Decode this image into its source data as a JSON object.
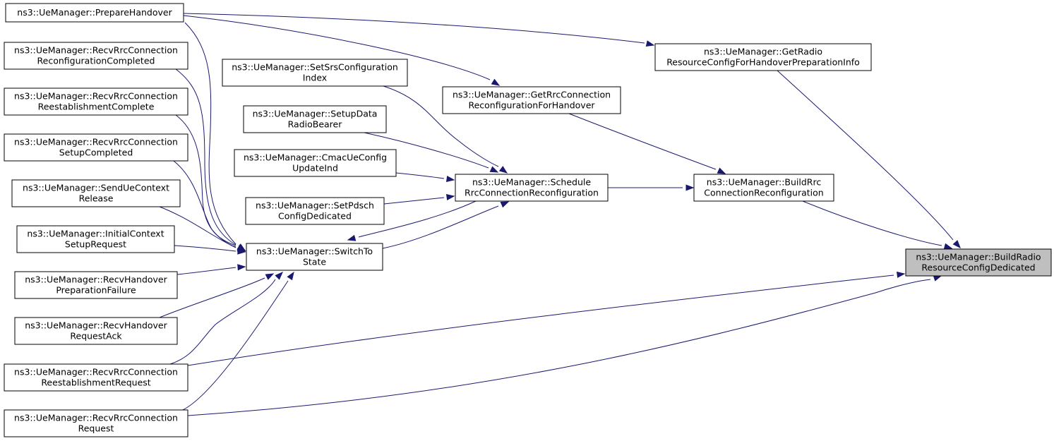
{
  "colors": {
    "edge": "#191970",
    "focus_fill": "#bfbfbf",
    "node_fill": "#ffffff",
    "border": "#000000"
  },
  "nodes": [
    {
      "id": "prepare_handover",
      "lines": [
        "ns3::UeManager::PrepareHandover"
      ]
    },
    {
      "id": "recv_rrc_reconf_completed",
      "lines": [
        "ns3::UeManager::RecvRrcConnection",
        "ReconfigurationCompleted"
      ]
    },
    {
      "id": "recv_rrc_reest_complete",
      "lines": [
        "ns3::UeManager::RecvRrcConnection",
        "ReestablishmentComplete"
      ]
    },
    {
      "id": "recv_rrc_setup_completed",
      "lines": [
        "ns3::UeManager::RecvRrcConnection",
        "SetupCompleted"
      ]
    },
    {
      "id": "send_ue_context_release",
      "lines": [
        "ns3::UeManager::SendUeContext",
        "Release"
      ]
    },
    {
      "id": "initial_context_setup",
      "lines": [
        "ns3::UeManager::InitialContext",
        "SetupRequest"
      ]
    },
    {
      "id": "recv_handover_prep_failure",
      "lines": [
        "ns3::UeManager::RecvHandover",
        "PreparationFailure"
      ]
    },
    {
      "id": "recv_handover_request_ack",
      "lines": [
        "ns3::UeManager::RecvHandover",
        "RequestAck"
      ]
    },
    {
      "id": "recv_rrc_reest_request",
      "lines": [
        "ns3::UeManager::RecvRrcConnection",
        "ReestablishmentRequest"
      ]
    },
    {
      "id": "recv_rrc_request",
      "lines": [
        "ns3::UeManager::RecvRrcConnection",
        "Request"
      ]
    },
    {
      "id": "set_srs_config_index",
      "lines": [
        "ns3::UeManager::SetSrsConfiguration",
        "Index"
      ]
    },
    {
      "id": "setup_data_radio_bearer",
      "lines": [
        "ns3::UeManager::SetupData",
        "RadioBearer"
      ]
    },
    {
      "id": "cmac_ue_config_update",
      "lines": [
        "ns3::UeManager::CmacUeConfig",
        "UpdateInd"
      ]
    },
    {
      "id": "set_pdsch_config",
      "lines": [
        "ns3::UeManager::SetPdsch",
        "ConfigDedicated"
      ]
    },
    {
      "id": "switch_to_state",
      "lines": [
        "ns3::UeManager::SwitchTo",
        "State"
      ]
    },
    {
      "id": "get_rrc_reconf_for_handover",
      "lines": [
        "ns3::UeManager::GetRrcConnection",
        "ReconfigurationForHandover"
      ]
    },
    {
      "id": "schedule_rrc_reconf",
      "lines": [
        "ns3::UeManager::Schedule",
        "RrcConnectionReconfiguration"
      ]
    },
    {
      "id": "get_radio_resource_config_ho",
      "lines": [
        "ns3::UeManager::GetRadio",
        "ResourceConfigForHandoverPreparationInfo"
      ]
    },
    {
      "id": "build_rrc_reconf",
      "lines": [
        "ns3::UeManager::BuildRrc",
        "ConnectionReconfiguration"
      ]
    },
    {
      "id": "build_radio_resource_config",
      "lines": [
        "ns3::UeManager::BuildRadio",
        "ResourceConfigDedicated"
      ],
      "focus": true
    }
  ],
  "edges": [
    {
      "from": "prepare_handover",
      "to": "get_radio_resource_config_ho"
    },
    {
      "from": "prepare_handover",
      "to": "get_rrc_reconf_for_handover"
    },
    {
      "from": "prepare_handover",
      "to": "switch_to_state"
    },
    {
      "from": "recv_rrc_reconf_completed",
      "to": "switch_to_state"
    },
    {
      "from": "recv_rrc_reest_complete",
      "to": "switch_to_state"
    },
    {
      "from": "recv_rrc_setup_completed",
      "to": "switch_to_state"
    },
    {
      "from": "send_ue_context_release",
      "to": "switch_to_state"
    },
    {
      "from": "initial_context_setup",
      "to": "switch_to_state"
    },
    {
      "from": "recv_handover_prep_failure",
      "to": "switch_to_state"
    },
    {
      "from": "recv_handover_request_ack",
      "to": "switch_to_state"
    },
    {
      "from": "recv_rrc_reest_request",
      "to": "switch_to_state"
    },
    {
      "from": "recv_rrc_request",
      "to": "switch_to_state"
    },
    {
      "from": "recv_rrc_reest_request",
      "to": "build_radio_resource_config"
    },
    {
      "from": "recv_rrc_request",
      "to": "build_radio_resource_config"
    },
    {
      "from": "set_srs_config_index",
      "to": "schedule_rrc_reconf"
    },
    {
      "from": "setup_data_radio_bearer",
      "to": "schedule_rrc_reconf"
    },
    {
      "from": "cmac_ue_config_update",
      "to": "schedule_rrc_reconf"
    },
    {
      "from": "set_pdsch_config",
      "to": "schedule_rrc_reconf"
    },
    {
      "from": "switch_to_state",
      "to": "schedule_rrc_reconf"
    },
    {
      "from": "schedule_rrc_reconf",
      "to": "switch_to_state"
    },
    {
      "from": "schedule_rrc_reconf",
      "to": "build_rrc_reconf"
    },
    {
      "from": "get_rrc_reconf_for_handover",
      "to": "build_rrc_reconf"
    },
    {
      "from": "get_radio_resource_config_ho",
      "to": "build_radio_resource_config"
    },
    {
      "from": "build_rrc_reconf",
      "to": "build_radio_resource_config"
    }
  ]
}
